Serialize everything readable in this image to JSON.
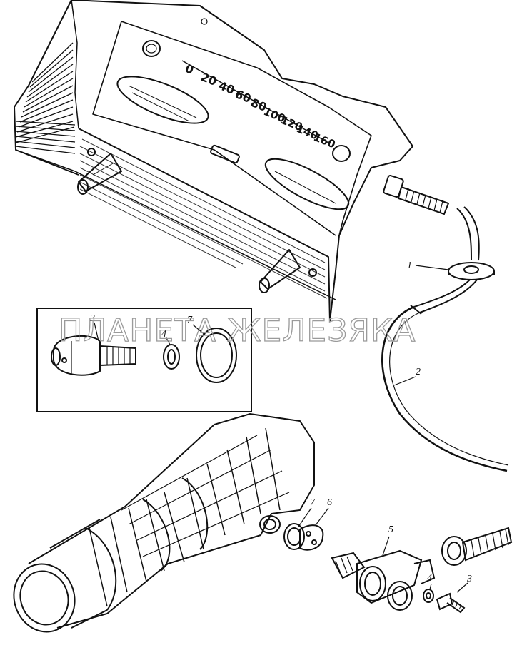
{
  "watermark": "ПЛАНЕТА ЖЕЛЕЗЯКА",
  "speedometer": {
    "scale": [
      "0",
      "20",
      "40",
      "60",
      "80",
      "100",
      "120",
      "140",
      "160"
    ]
  },
  "callouts": {
    "cable_grommet": "1",
    "cable": "2",
    "bolt_inset": "3",
    "washer_inset": "4",
    "ring_inset": "7",
    "gasket_ring": "7",
    "gasket_plate": "6",
    "drive_housing": "5",
    "small_washer": "4",
    "small_bolt": "3"
  }
}
